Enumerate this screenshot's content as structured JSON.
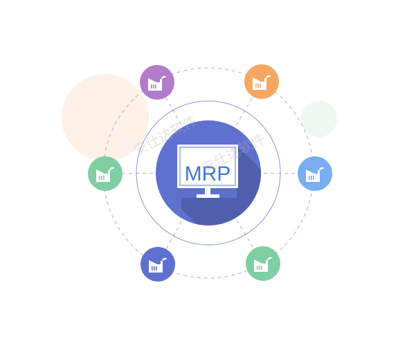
{
  "diagram": {
    "center": {
      "label": "MRP",
      "icon": "monitor-icon",
      "fill": "#5f71cf",
      "shadow": "#4f5fae",
      "text_color": "#3f78d6"
    },
    "rings": {
      "inner_color": "#8b96d8",
      "outer_dashed_color": "#a7aee0"
    },
    "nodes": [
      {
        "name": "factory-node-purple",
        "icon": "factory-icon",
        "color": "#b07ccb"
      },
      {
        "name": "factory-node-orange",
        "icon": "factory-icon",
        "color": "#f5a862"
      },
      {
        "name": "factory-node-green-left",
        "icon": "factory-icon",
        "color": "#7fcfa3"
      },
      {
        "name": "factory-node-blue-right",
        "icon": "factory-icon",
        "color": "#79aef0"
      },
      {
        "name": "factory-node-navy-bottom",
        "icon": "factory-icon",
        "color": "#5f71cf"
      },
      {
        "name": "factory-node-green-bottom",
        "icon": "factory-icon",
        "color": "#7fcfa3"
      }
    ],
    "decor": [
      {
        "name": "peach-blob",
        "color": "#fdf1e8"
      },
      {
        "name": "mint-blob",
        "color": "#eef7f1"
      }
    ]
  },
  "watermarks": [
    "安仕达软件",
    "安仕达软件"
  ]
}
